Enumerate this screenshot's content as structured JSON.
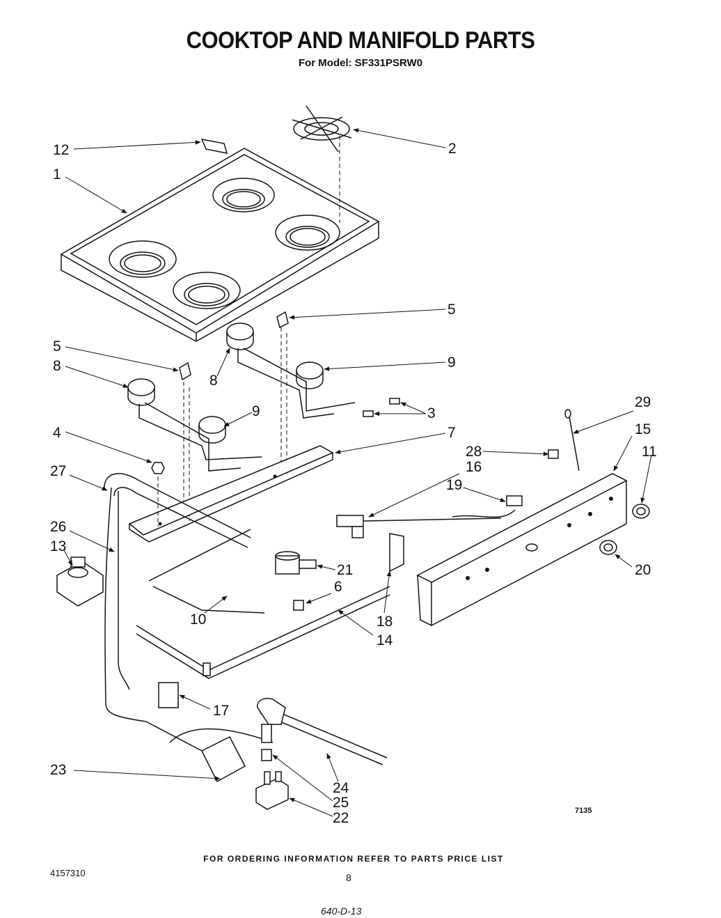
{
  "header": {
    "title": "COOKTOP AND MANIFOLD PARTS",
    "model": "For Model: SF331PSRW0"
  },
  "callouts": [
    {
      "id": "c12",
      "label": "12"
    },
    {
      "id": "c2",
      "label": "2"
    },
    {
      "id": "c1",
      "label": "1"
    },
    {
      "id": "c5a",
      "label": "5"
    },
    {
      "id": "c5b",
      "label": "5"
    },
    {
      "id": "c8a",
      "label": "8"
    },
    {
      "id": "c8b",
      "label": "8"
    },
    {
      "id": "c9a",
      "label": "9"
    },
    {
      "id": "c9b",
      "label": "9"
    },
    {
      "id": "c3",
      "label": "3"
    },
    {
      "id": "c29",
      "label": "29"
    },
    {
      "id": "c15",
      "label": "15"
    },
    {
      "id": "c4",
      "label": "4"
    },
    {
      "id": "c7",
      "label": "7"
    },
    {
      "id": "c28",
      "label": "28"
    },
    {
      "id": "c11",
      "label": "11"
    },
    {
      "id": "c16",
      "label": "16"
    },
    {
      "id": "c27",
      "label": "27"
    },
    {
      "id": "c19",
      "label": "19"
    },
    {
      "id": "c26",
      "label": "26"
    },
    {
      "id": "c13",
      "label": "13"
    },
    {
      "id": "c21",
      "label": "21"
    },
    {
      "id": "c20",
      "label": "20"
    },
    {
      "id": "c6",
      "label": "6"
    },
    {
      "id": "c10",
      "label": "10"
    },
    {
      "id": "c18",
      "label": "18"
    },
    {
      "id": "c14",
      "label": "14"
    },
    {
      "id": "c17",
      "label": "17"
    },
    {
      "id": "c23",
      "label": "23"
    },
    {
      "id": "c24",
      "label": "24"
    },
    {
      "id": "c25",
      "label": "25"
    },
    {
      "id": "c22",
      "label": "22"
    }
  ],
  "figure_number": "7135",
  "footer": {
    "ordering_note": "FOR ORDERING INFORMATION REFER TO PARTS PRICE LIST",
    "document_number": "4157310",
    "page_number": "8",
    "handwritten_note": "640-D-13"
  }
}
